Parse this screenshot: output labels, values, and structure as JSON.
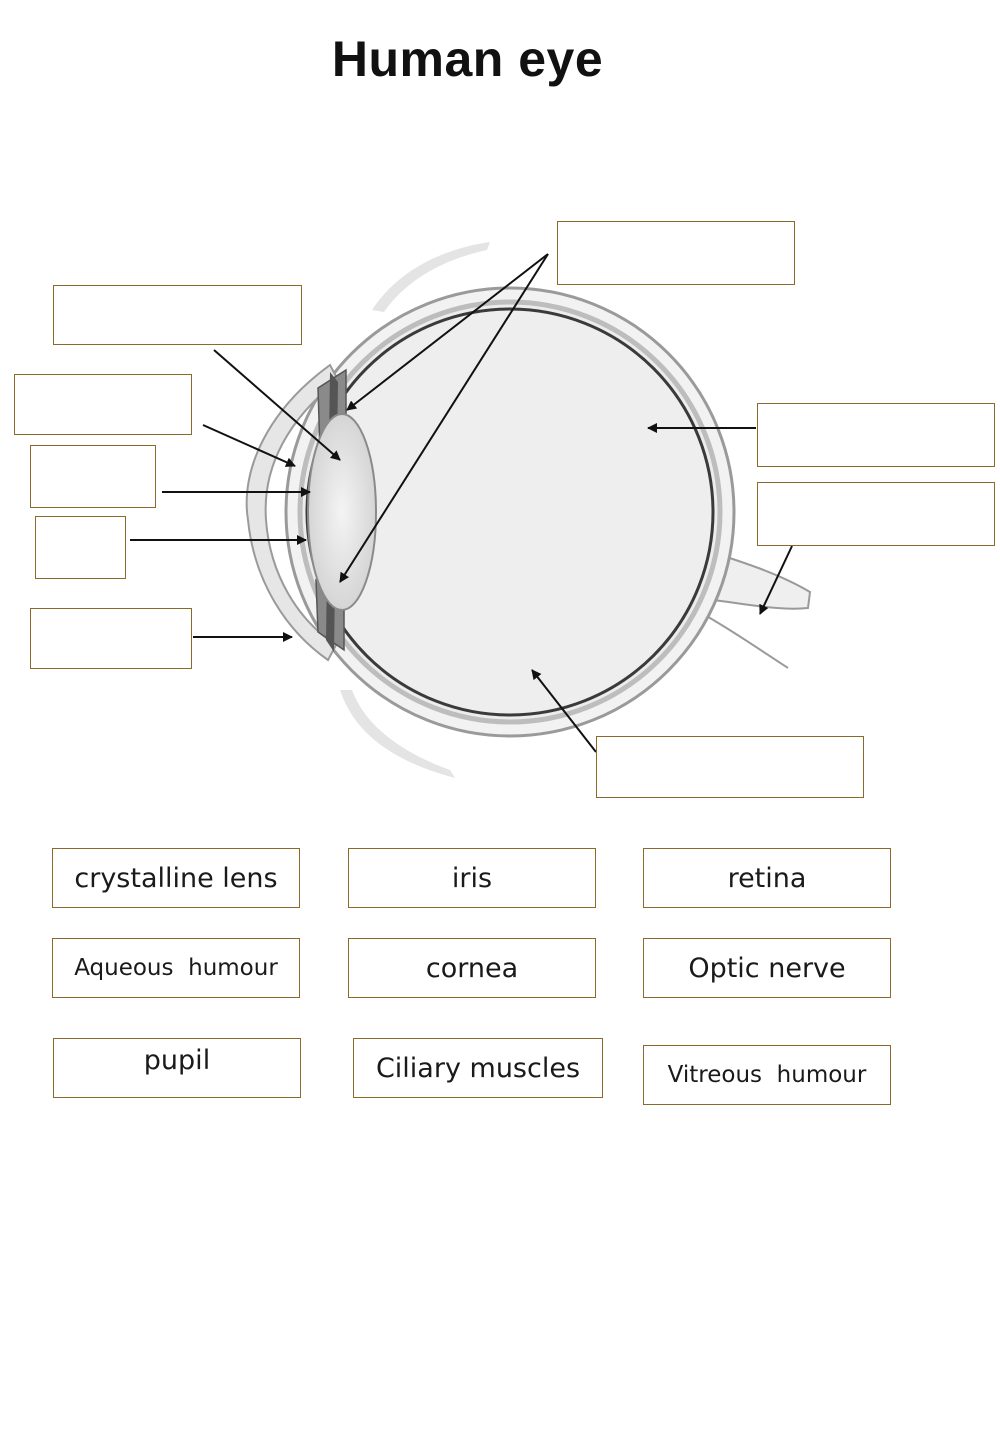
{
  "title": "Human eye",
  "drop_targets": [
    {
      "id": "ciliary-muscles-target"
    },
    {
      "id": "crystalline-lens-target"
    },
    {
      "id": "aqueous-humour-target"
    },
    {
      "id": "pupil-target"
    },
    {
      "id": "iris-target"
    },
    {
      "id": "cornea-target"
    },
    {
      "id": "retina-target"
    },
    {
      "id": "optic-nerve-target"
    },
    {
      "id": "vitreous-humour-target"
    }
  ],
  "word_bank": [
    "crystalline lens",
    "iris",
    "retina",
    "Aqueous  humour",
    "cornea",
    "Optic nerve",
    "pupil",
    "Ciliary muscles",
    "Vitreous  humour"
  ],
  "colors": {
    "box_border": "#8a6a2a",
    "arrow": "#111111",
    "eye_fill": "#eeeeee"
  }
}
